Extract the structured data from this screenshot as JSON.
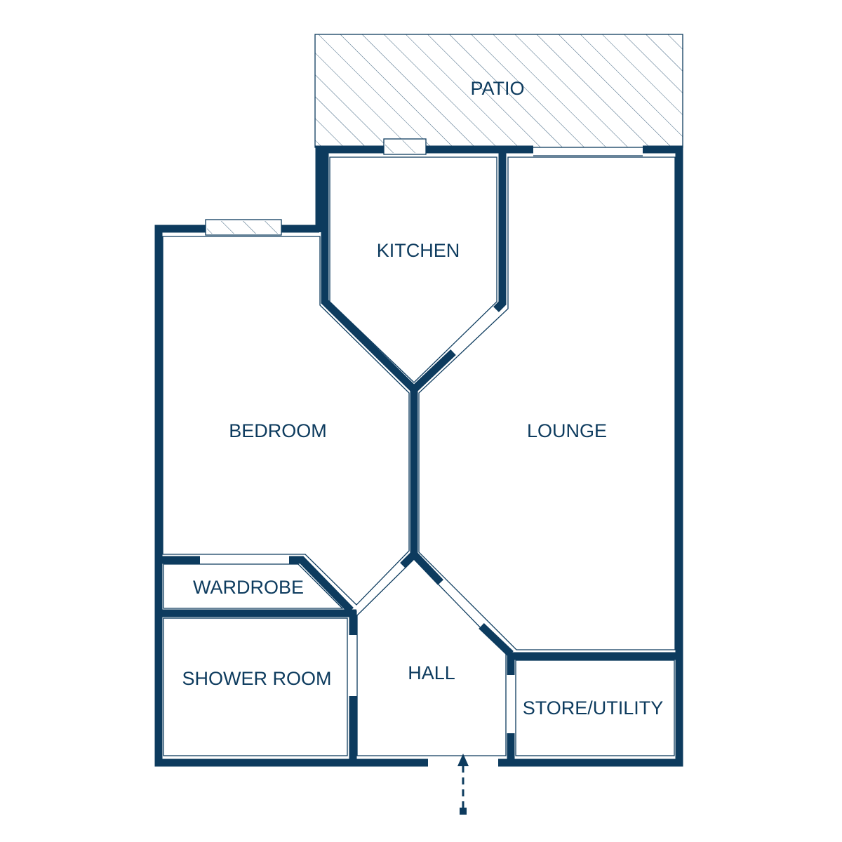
{
  "colors": {
    "wall": "#0d3b5e",
    "background": "#ffffff",
    "hatch": "#0d3b5e"
  },
  "rooms": {
    "patio": "PATIO",
    "kitchen": "KITCHEN",
    "lounge": "LOUNGE",
    "bedroom": "BEDROOM",
    "wardrobe": "WARDROBE",
    "shower_room": "SHOWER ROOM",
    "hall": "HALL",
    "store_utility": "STORE/UTILITY"
  },
  "entrance": {
    "arrow_icon": "dashed-up-arrow-icon"
  }
}
